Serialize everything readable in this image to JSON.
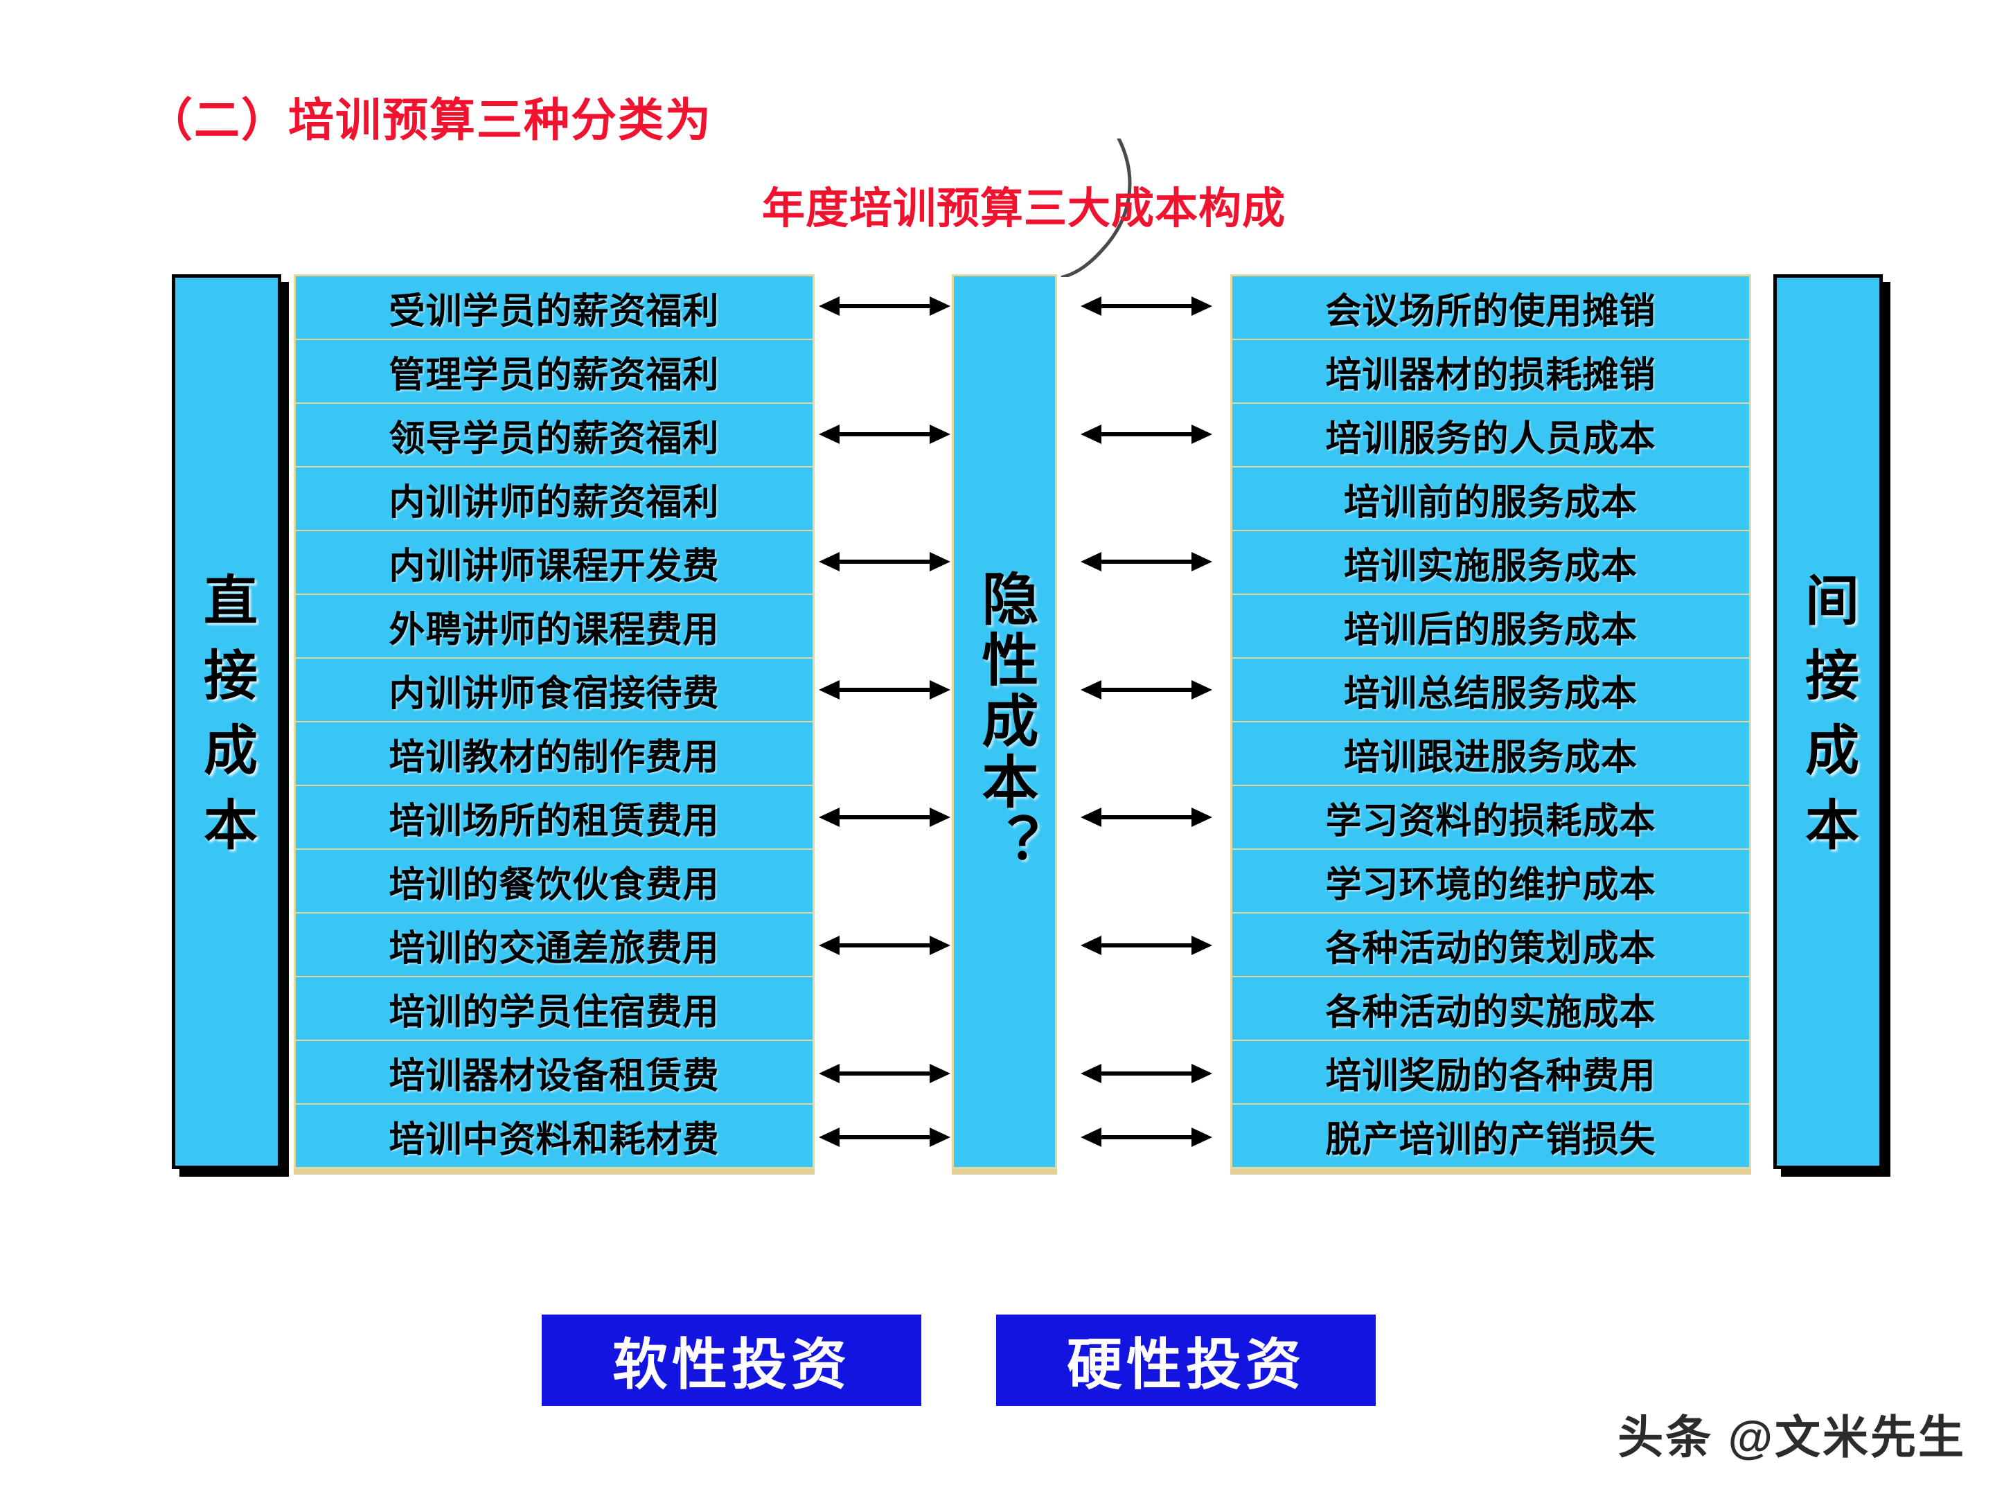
{
  "slide": {
    "main_title": "（二）培训预算三种分类为",
    "sub_title": "年度培训预算三大成本构成"
  },
  "colors": {
    "title_red": "#ef1330",
    "panel_cyan": "#3ac6f4",
    "panel_border_gold": "#e8d79a",
    "button_blue": "#1414e0",
    "text_black": "#000000",
    "button_text_white": "#ffffff"
  },
  "left_label": {
    "text": "直接成本"
  },
  "right_label": {
    "text": "间接成本"
  },
  "center_label": {
    "text": "隐性成本？"
  },
  "direct_cost_items": [
    "受训学员的薪资福利",
    "管理学员的薪资福利",
    "领导学员的薪资福利",
    "内训讲师的薪资福利",
    "内训讲师课程开发费",
    "外聘讲师的课程费用",
    "内训讲师食宿接待费",
    "培训教材的制作费用",
    "培训场所的租赁费用",
    "培训的餐饮伙食费用",
    "培训的交通差旅费用",
    "培训的学员住宿费用",
    "培训器材设备租赁费",
    "培训中资料和耗材费"
  ],
  "indirect_cost_items": [
    "会议场所的使用摊销",
    "培训器材的损耗摊销",
    "培训服务的人员成本",
    "培训前的服务成本",
    "培训实施服务成本",
    "培训后的服务成本",
    "培训总结服务成本",
    "培训跟进服务成本",
    "学习资料的损耗成本",
    "学习环境的维护成本",
    "各种活动的策划成本",
    "各种活动的实施成本",
    "培训奖励的各种费用",
    "脱产培训的产销损失"
  ],
  "connector_rows": [
    0,
    2,
    4,
    6,
    8,
    10,
    12,
    13
  ],
  "bottom_buttons": {
    "soft": "软性投资",
    "hard": "硬性投资"
  },
  "watermark": {
    "text": "头条 @文米先生"
  }
}
